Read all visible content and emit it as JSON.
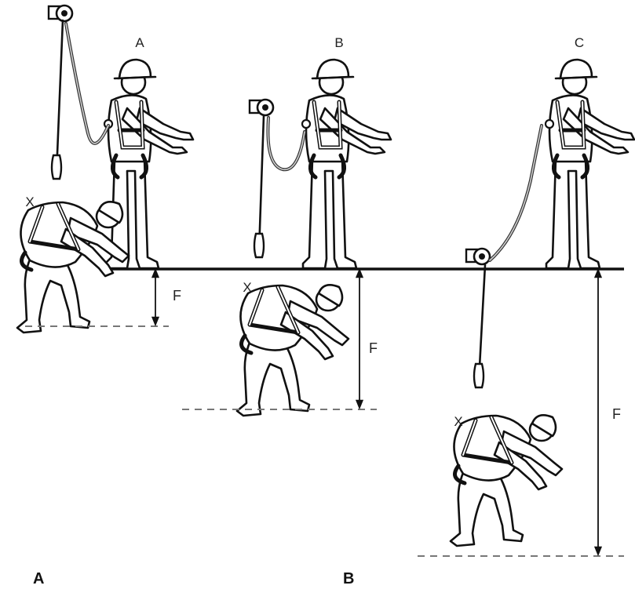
{
  "labels": {
    "scenario_a": "A",
    "scenario_b": "B",
    "scenario_c": "C",
    "fall_a": "F",
    "fall_b": "F",
    "fall_c": "F",
    "anchor_a": "X",
    "anchor_b": "X",
    "anchor_c": "X",
    "bottom_a": "A",
    "bottom_b": "B"
  }
}
